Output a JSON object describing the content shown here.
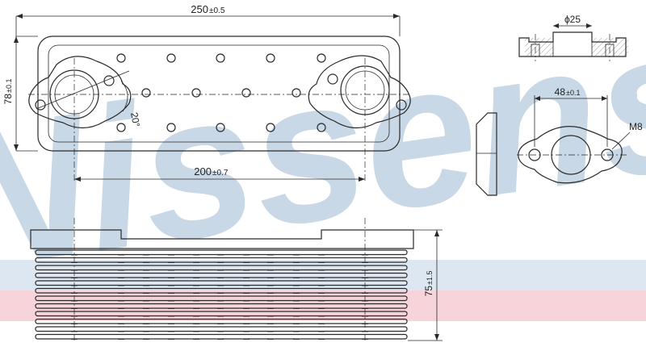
{
  "brand": {
    "name": "Nissens",
    "mark": "®",
    "watermark_color": "#c9d8e6",
    "band_blue": "#dce7f1",
    "band_pink": "#f6d4da"
  },
  "dimensions": {
    "overall_length": "250",
    "overall_length_tol": "±0.5",
    "width": "78",
    "width_tol": "±0.1",
    "hole_spacing": "200",
    "hole_spacing_tol": "±0.7",
    "angle": "20°",
    "port_diameter": "ϕ25",
    "flange_spacing": "48",
    "flange_spacing_tol": "±0.1",
    "thread": "M8",
    "height": "75",
    "height_tol": "±1.5"
  }
}
